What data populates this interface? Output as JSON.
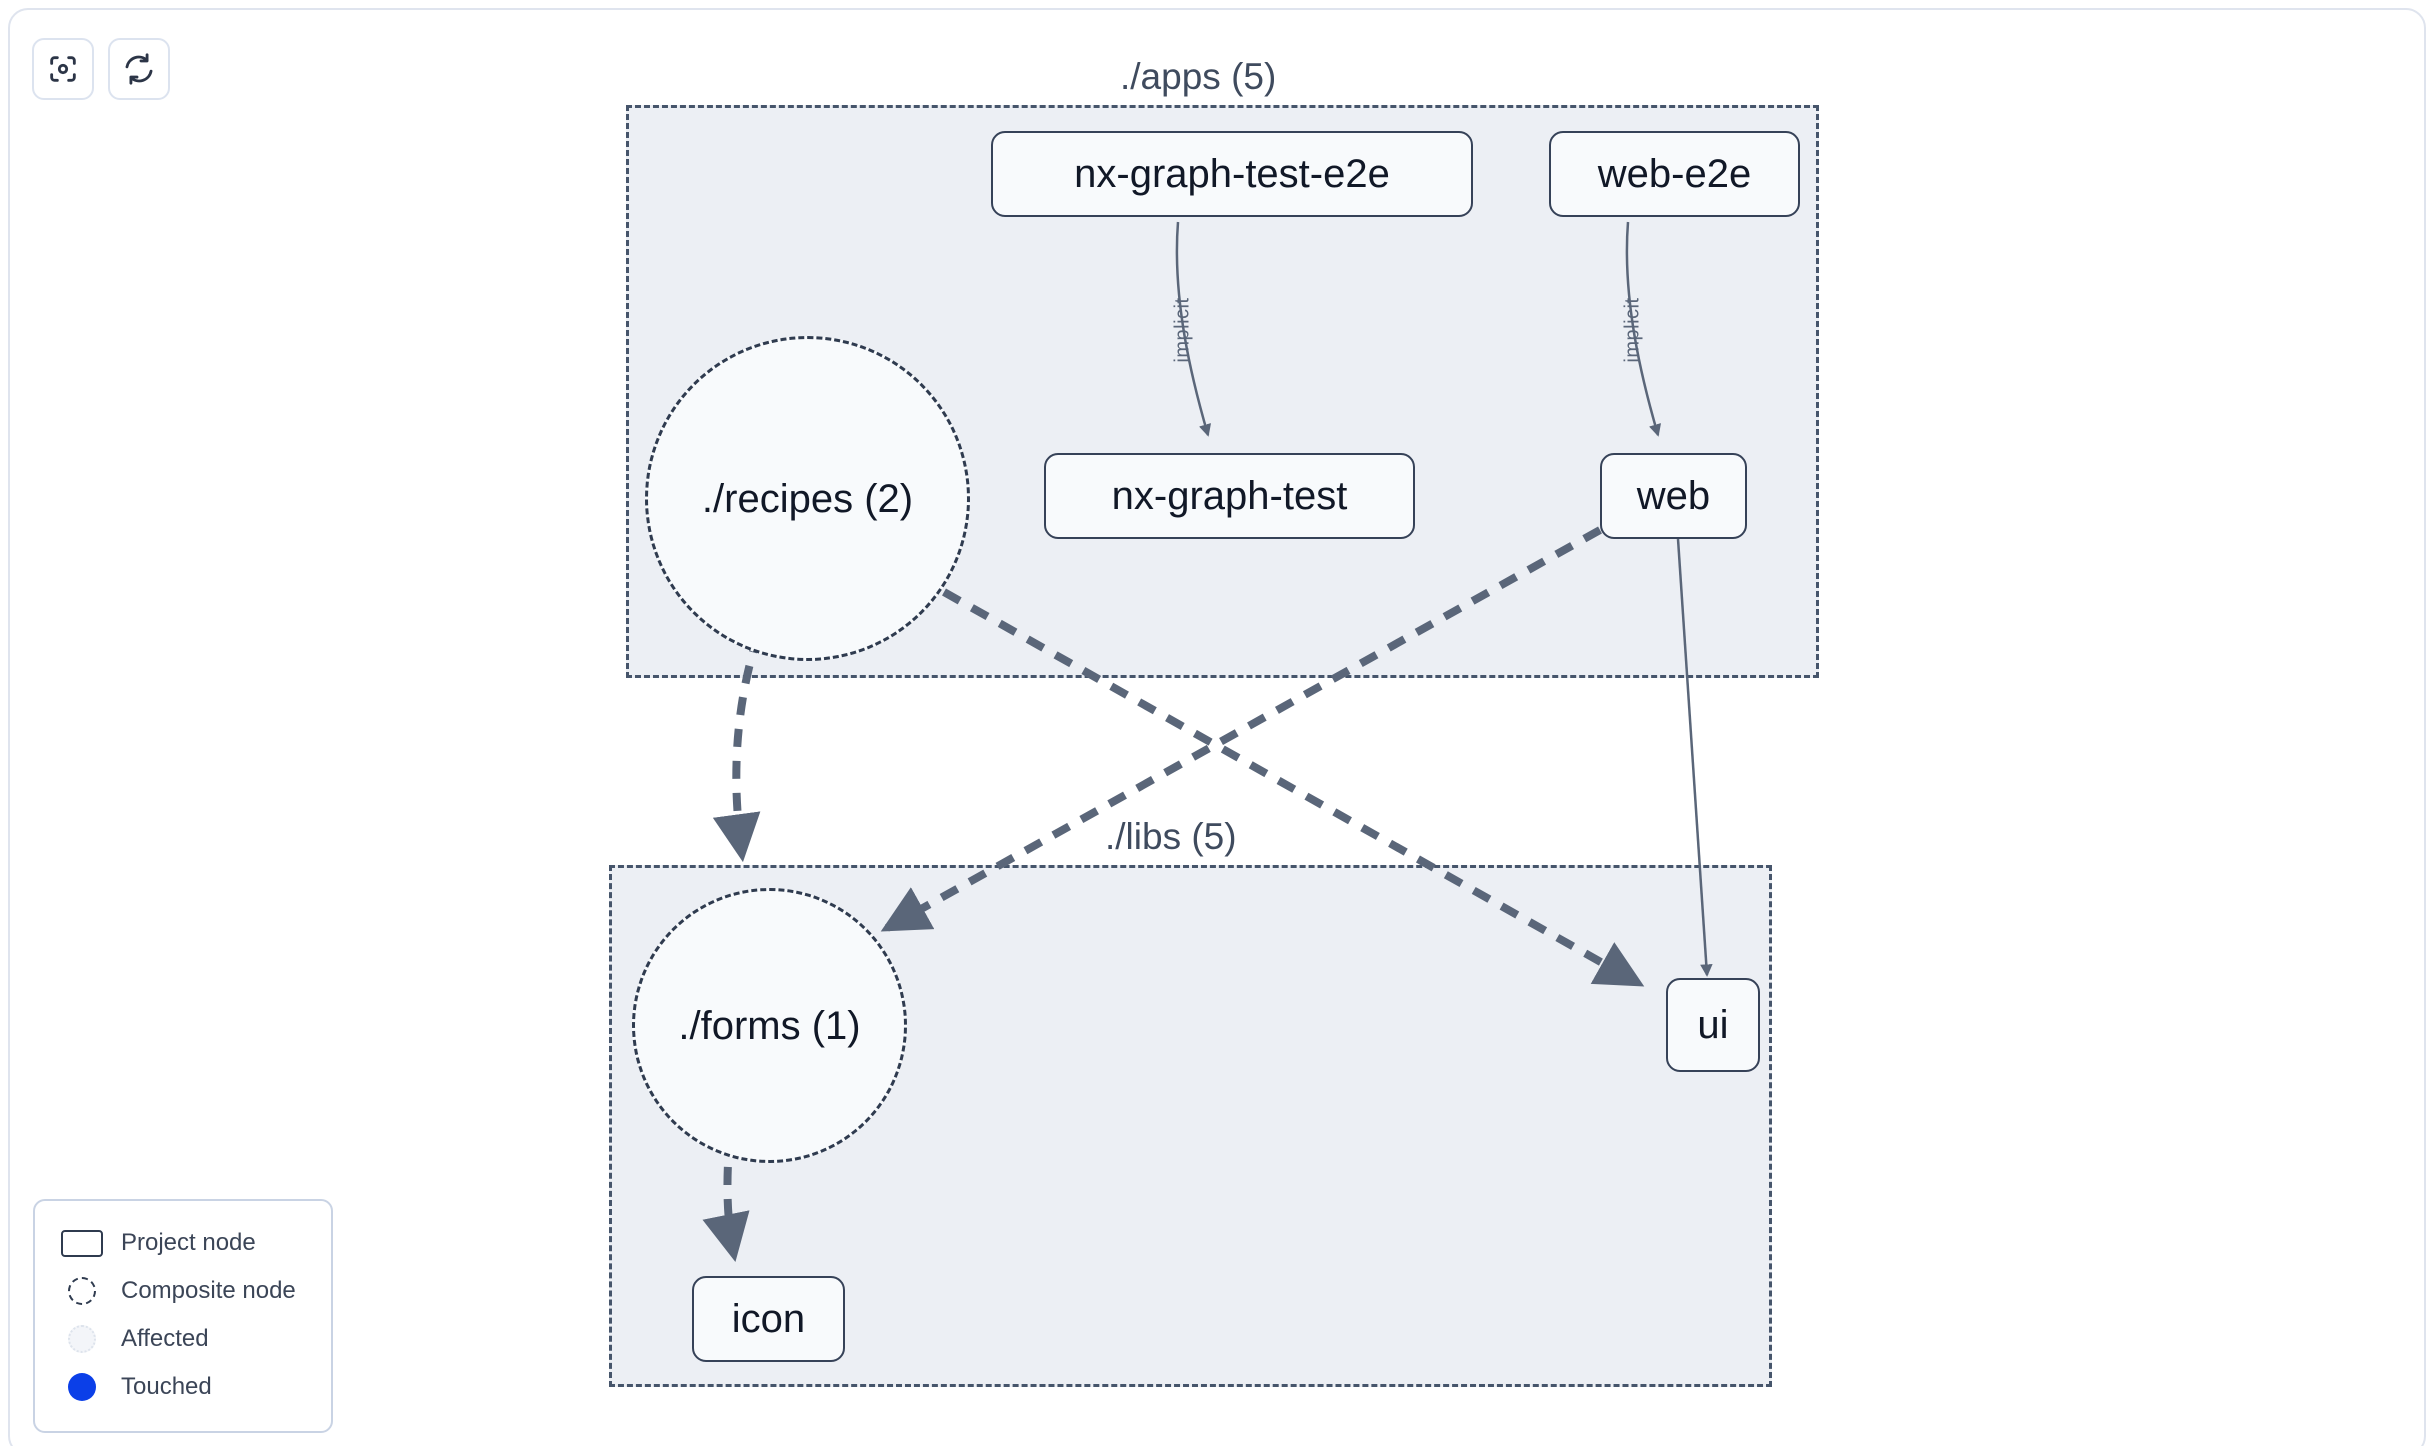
{
  "toolbar": {
    "buttons": [
      {
        "name": "focus-target-button",
        "icon": "focus-target-icon",
        "label": "Focus"
      },
      {
        "name": "refresh-button",
        "icon": "refresh-icon",
        "label": "Refresh"
      }
    ]
  },
  "graph": {
    "groups": [
      {
        "id": "apps",
        "label": "./apps (5)"
      },
      {
        "id": "libs",
        "label": "./libs (5)"
      }
    ],
    "nodes": [
      {
        "id": "nx-graph-test-e2e",
        "label": "nx-graph-test-e2e",
        "type": "project",
        "group": "apps"
      },
      {
        "id": "web-e2e",
        "label": "web-e2e",
        "type": "project",
        "group": "apps"
      },
      {
        "id": "recipes",
        "label": "./recipes (2)",
        "type": "composite",
        "group": "apps"
      },
      {
        "id": "nx-graph-test",
        "label": "nx-graph-test",
        "type": "project",
        "group": "apps"
      },
      {
        "id": "web",
        "label": "web",
        "type": "project",
        "group": "apps"
      },
      {
        "id": "forms",
        "label": "./forms (1)",
        "type": "composite",
        "group": "libs"
      },
      {
        "id": "ui",
        "label": "ui",
        "type": "project",
        "group": "libs"
      },
      {
        "id": "icon",
        "label": "icon",
        "type": "project",
        "group": "libs"
      }
    ],
    "edges": [
      {
        "source": "nx-graph-test-e2e",
        "target": "nx-graph-test",
        "label": "implicit",
        "style": "solid"
      },
      {
        "source": "web-e2e",
        "target": "web",
        "label": "implicit",
        "style": "solid"
      },
      {
        "source": "recipes",
        "target": "forms",
        "label": "",
        "style": "dashed"
      },
      {
        "source": "recipes",
        "target": "ui",
        "label": "",
        "style": "dashed"
      },
      {
        "source": "web",
        "target": "forms",
        "label": "",
        "style": "dashed"
      },
      {
        "source": "web",
        "target": "ui",
        "label": "",
        "style": "solid"
      },
      {
        "source": "forms",
        "target": "icon",
        "label": "",
        "style": "dashed"
      }
    ],
    "edge_labels": [
      {
        "id": "implicit-1",
        "text": "implicit"
      },
      {
        "id": "implicit-2",
        "text": "implicit"
      }
    ]
  },
  "legend": {
    "items": [
      {
        "swatch": "project-node-swatch",
        "label": "Project node"
      },
      {
        "swatch": "composite-node-swatch",
        "label": "Composite node"
      },
      {
        "swatch": "affected-swatch",
        "label": "Affected"
      },
      {
        "swatch": "touched-swatch",
        "label": "Touched"
      }
    ]
  },
  "colors": {
    "group_fill": "#eceff4",
    "group_border": "#46556b",
    "node_fill": "#f8fafc",
    "node_border": "#364258",
    "edge": "#5a6679",
    "touched": "#0b3fe8",
    "text": "#111827",
    "canvas": "#ffffff"
  }
}
